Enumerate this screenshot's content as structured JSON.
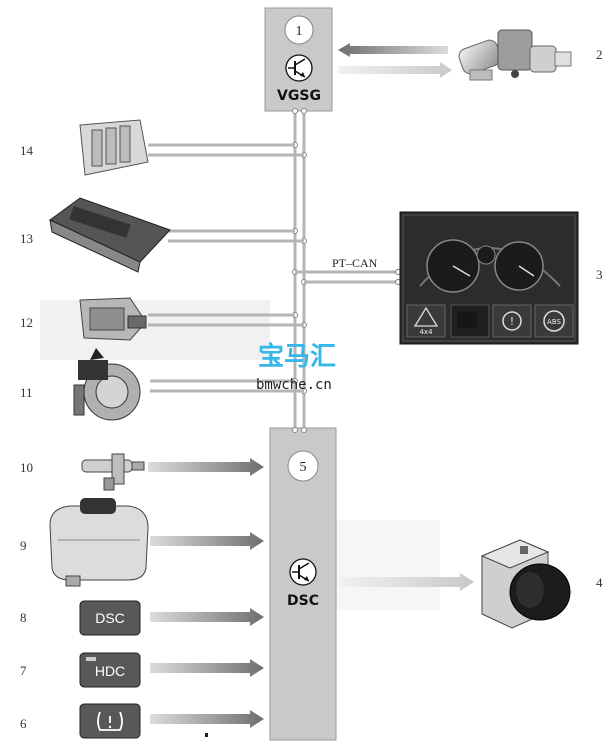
{
  "diagram": {
    "vgsg": {
      "number": "1",
      "label": "VGSG"
    },
    "dsc": {
      "number": "5",
      "label": "DSC"
    },
    "bus_label": "PT–CAN",
    "components": {
      "c2": "2",
      "c3": "3",
      "c4": "4",
      "c6": "6",
      "c7": "7",
      "c8": "8",
      "c9": "9",
      "c10": "10",
      "c11": "11",
      "c12": "12",
      "c13": "13",
      "c14": "14"
    },
    "buttons": {
      "dsc": "DSC",
      "hdc": "HDC"
    },
    "cluster_icons": {
      "four_wd": "4x4",
      "abs": "ABS"
    },
    "watermark": {
      "title": "宝马汇",
      "url": "bmwche.cn"
    }
  },
  "colors": {
    "module_box": "#c9c9c9",
    "wire": "#b9b9b9",
    "arrow_dark": "#7a7a7a",
    "arrow_light": "#d6d6d6",
    "watermark": "#35b7e8"
  }
}
